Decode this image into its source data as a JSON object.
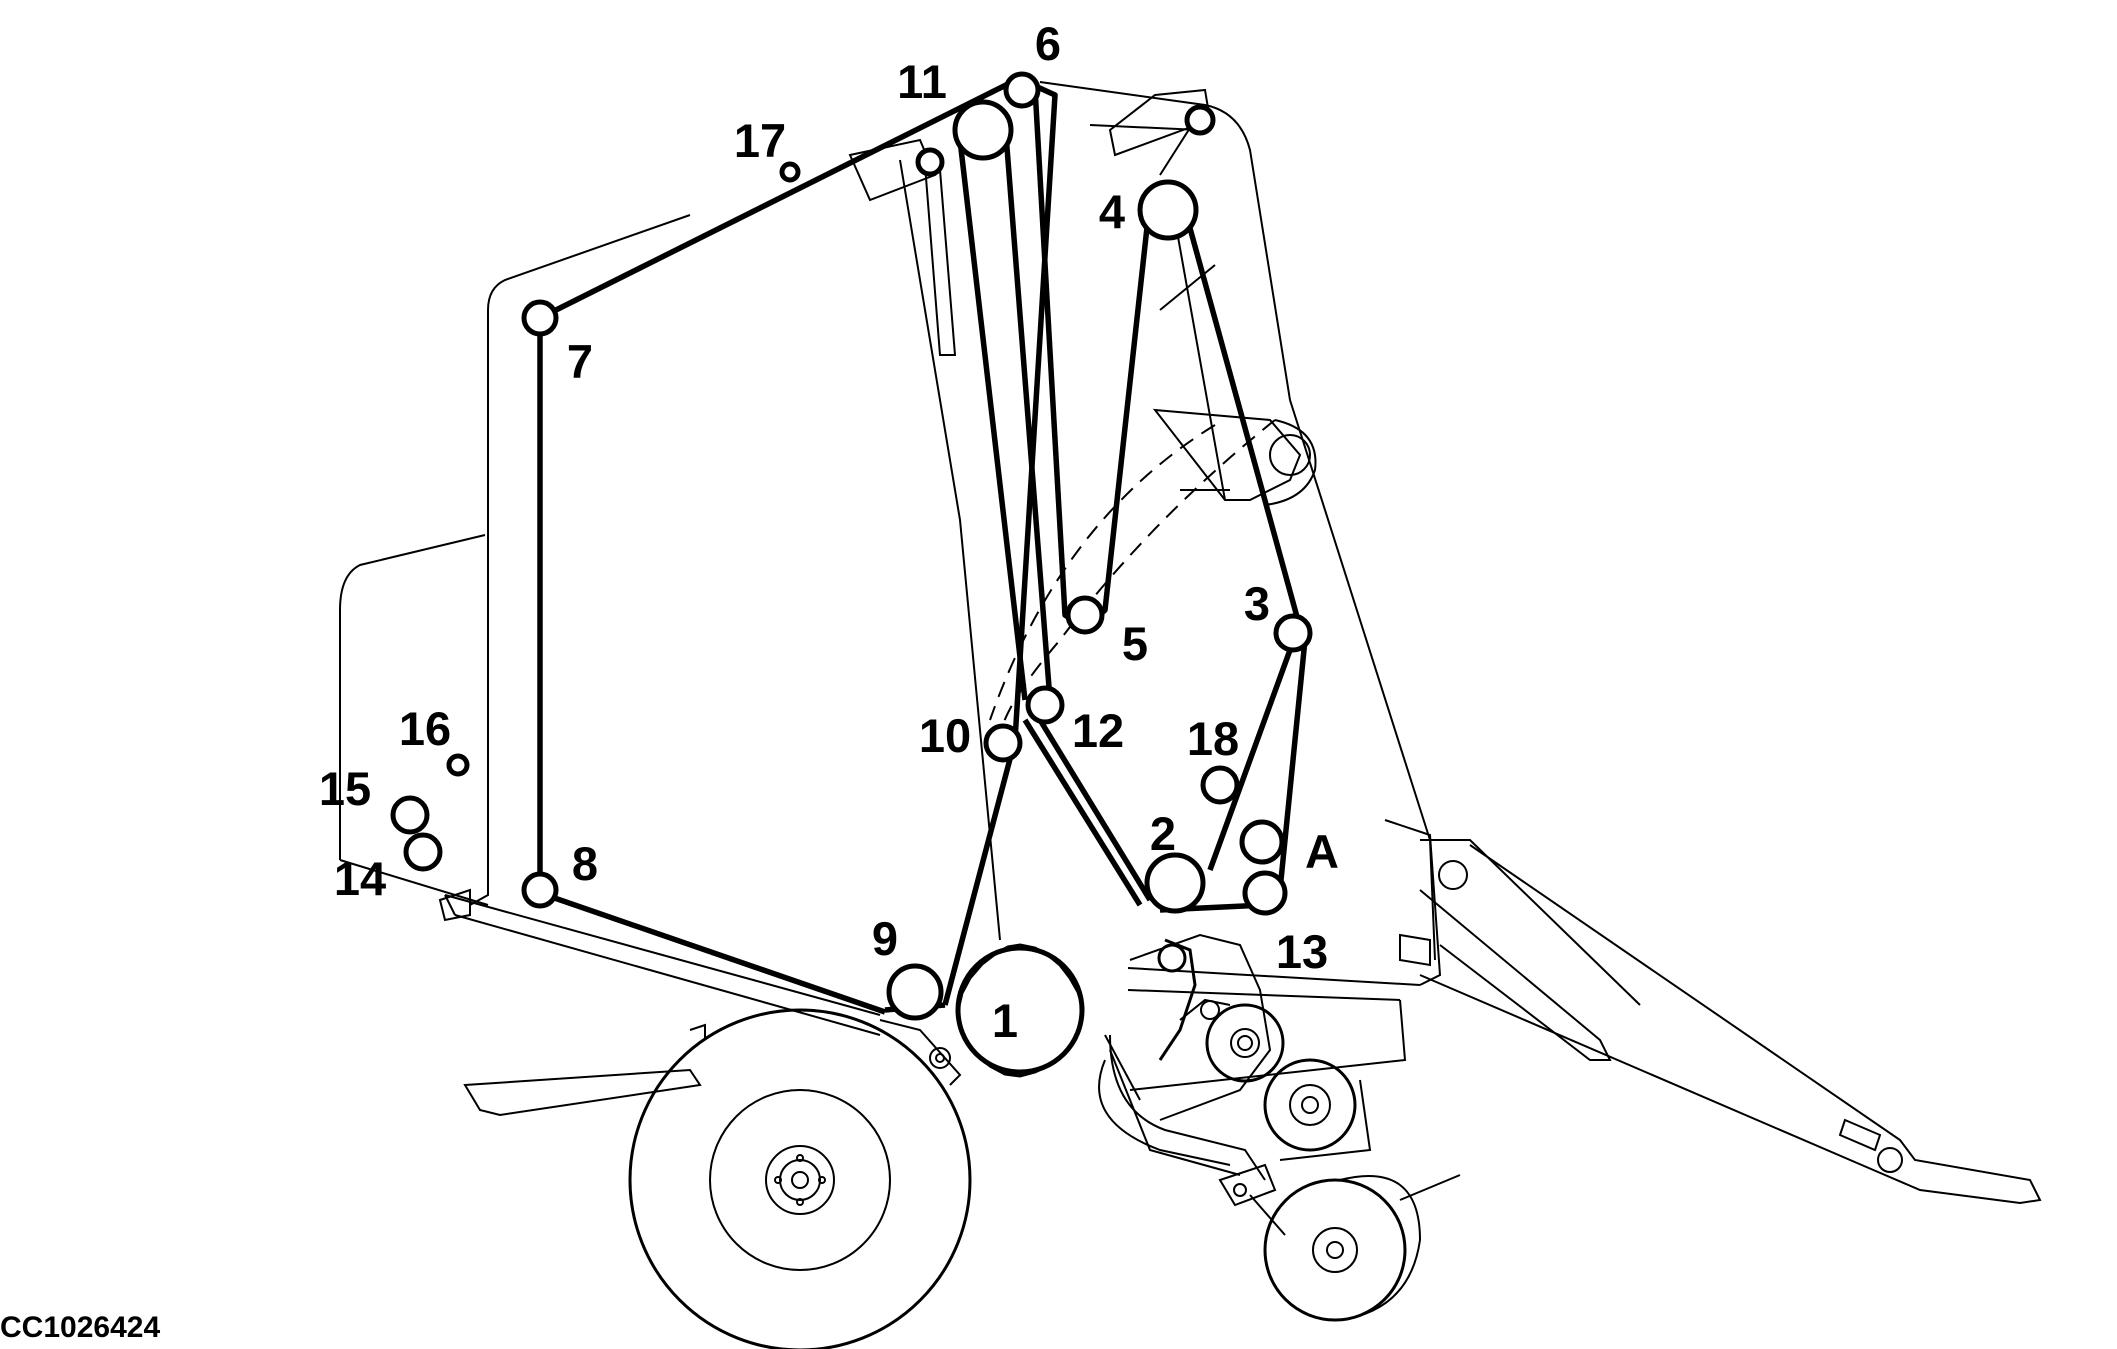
{
  "figure_code": "CC1026424",
  "labels": {
    "l1": "1",
    "l2": "2",
    "l3": "3",
    "l4": "4",
    "l5": "5",
    "l6": "6",
    "l7": "7",
    "l8": "8",
    "l9": "9",
    "l10": "10",
    "l11": "11",
    "l12": "12",
    "l13": "13",
    "l14": "14",
    "l15": "15",
    "l16": "16",
    "l17": "17",
    "l18": "18",
    "lA": "A"
  }
}
